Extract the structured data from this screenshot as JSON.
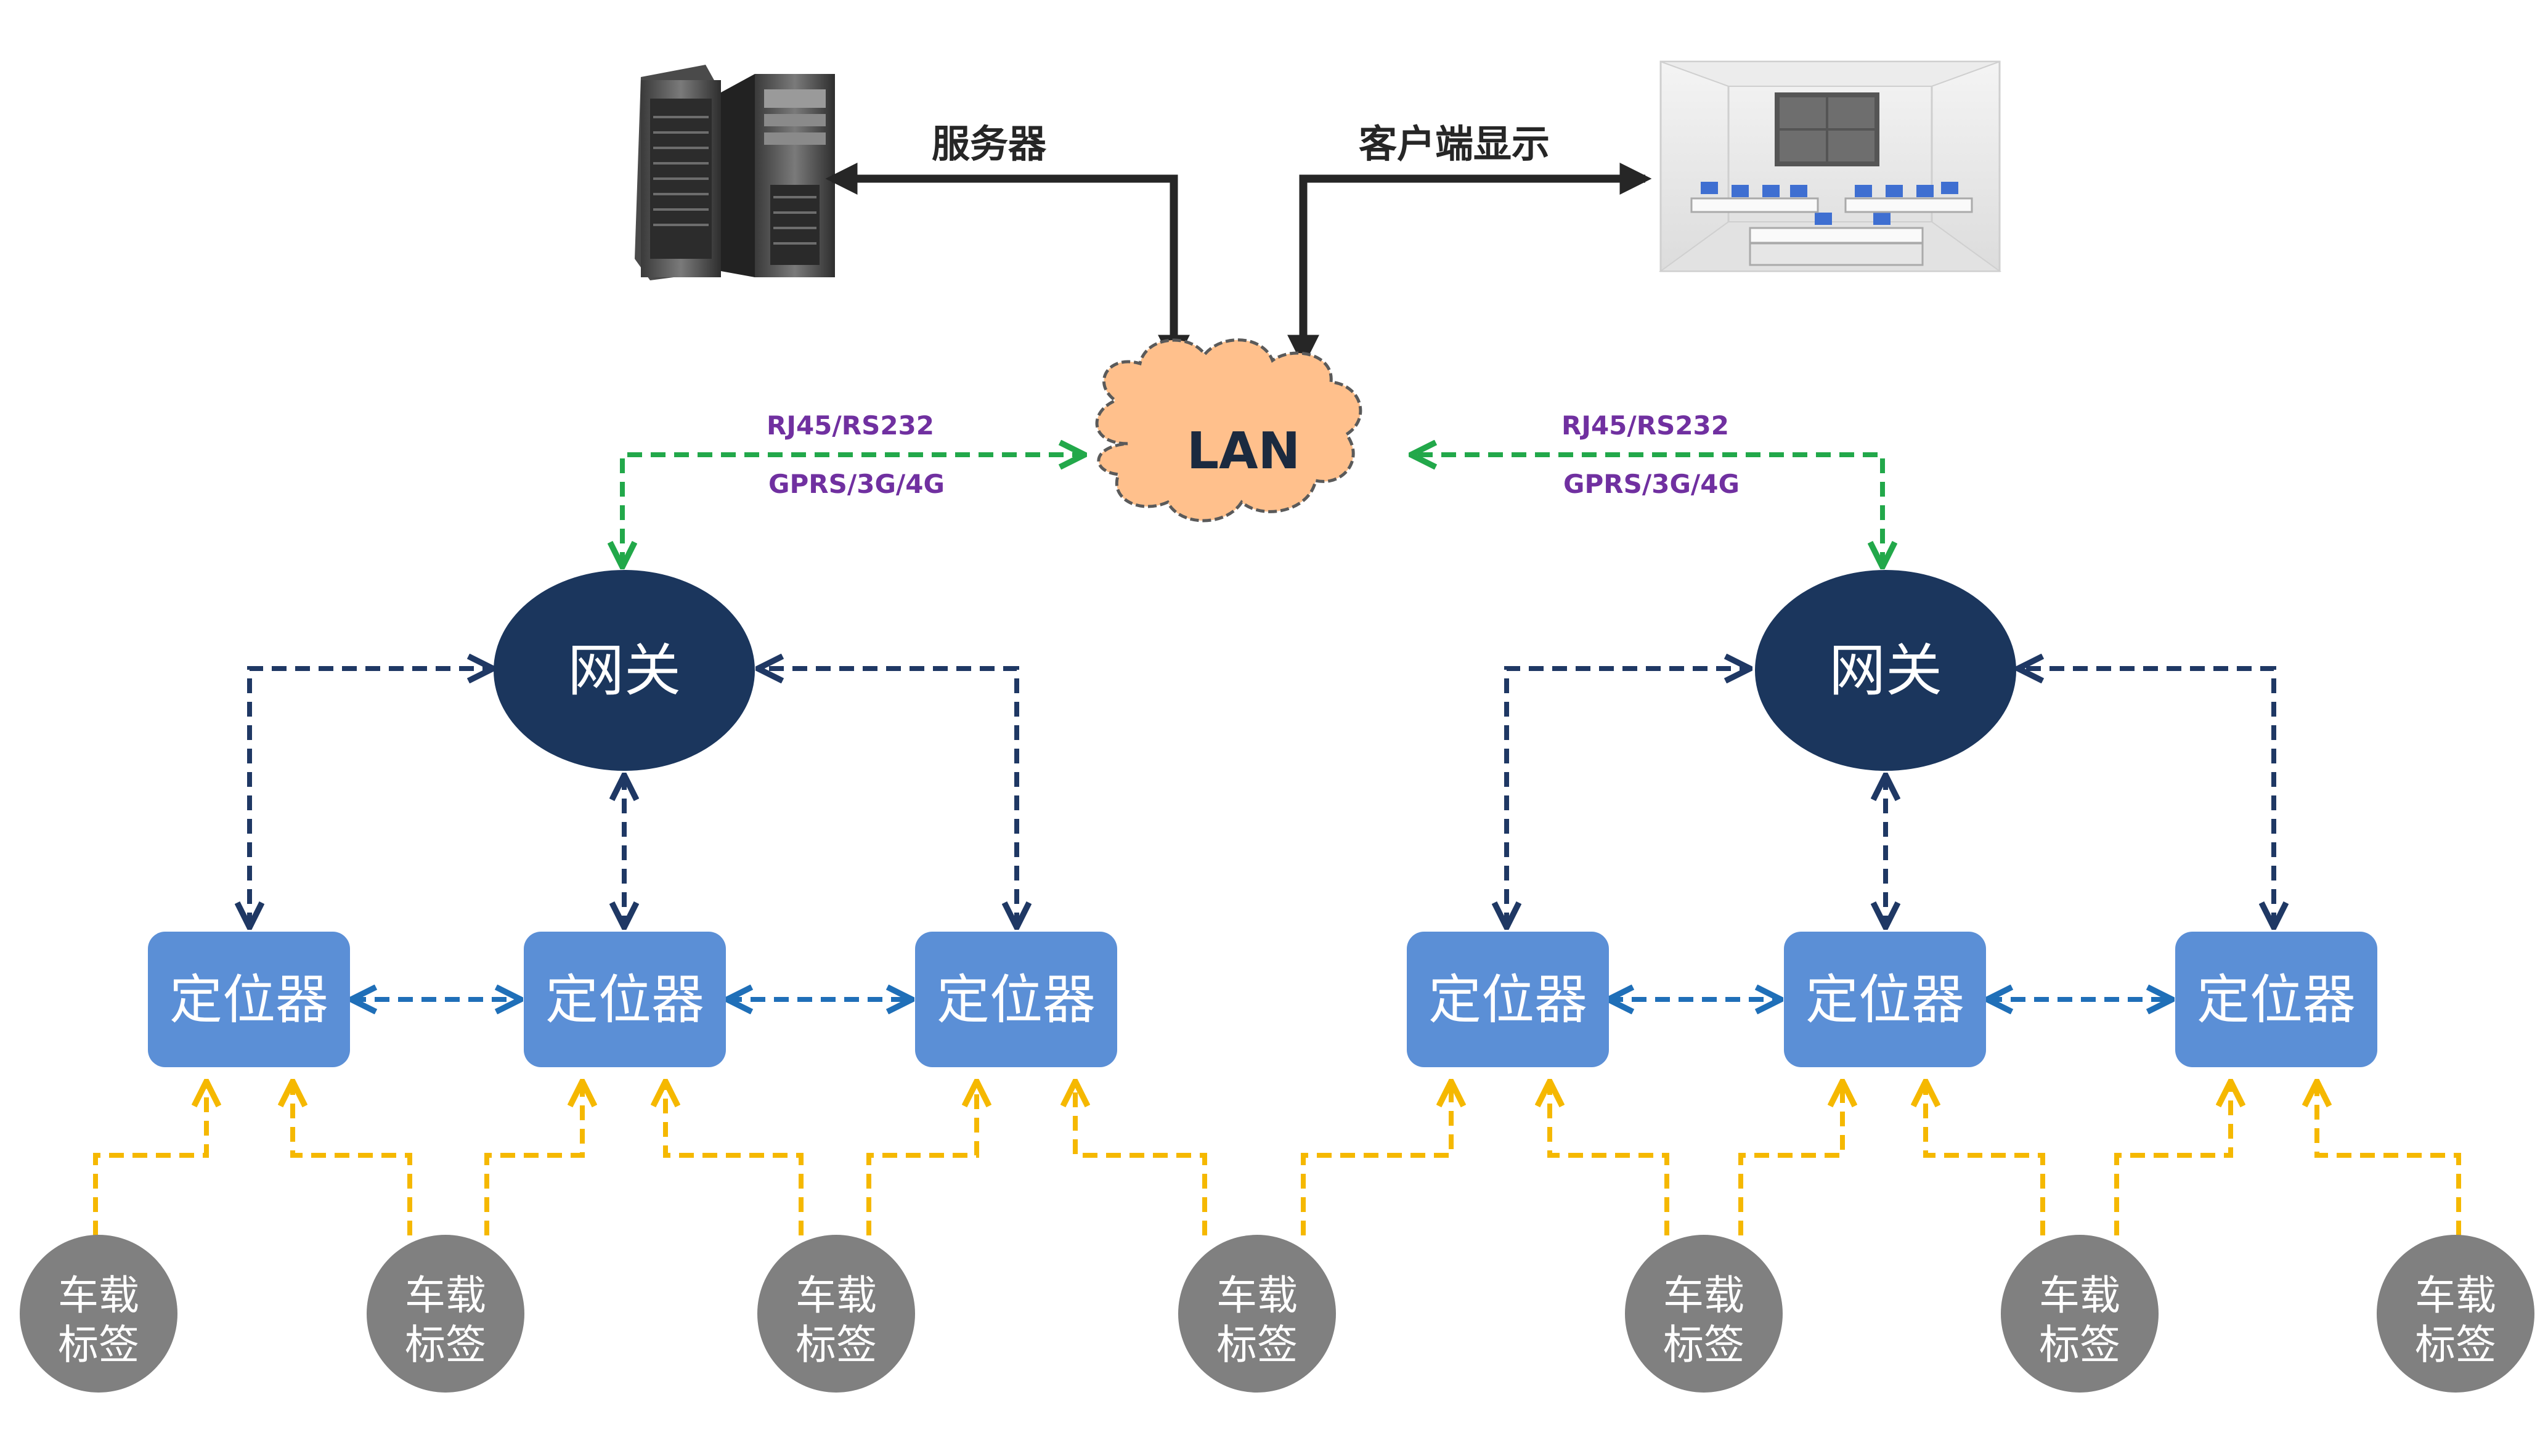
{
  "top": {
    "server_label": "服务器",
    "client_label": "客户端显示"
  },
  "lan": {
    "label": "LAN",
    "link_left": [
      "RJ45/RS232",
      "GPRS/3G/4G"
    ],
    "link_right": [
      "RJ45/RS232",
      "GPRS/3G/4G"
    ]
  },
  "gateways": [
    {
      "label": "网关"
    },
    {
      "label": "网关"
    }
  ],
  "locators": [
    {
      "label": "定位器"
    },
    {
      "label": "定位器"
    },
    {
      "label": "定位器"
    },
    {
      "label": "定位器"
    },
    {
      "label": "定位器"
    },
    {
      "label": "定位器"
    }
  ],
  "tags": [
    {
      "line1": "车载",
      "line2": "标签"
    },
    {
      "line1": "车载",
      "line2": "标签"
    },
    {
      "line1": "车载",
      "line2": "标签"
    },
    {
      "line1": "车载",
      "line2": "标签"
    },
    {
      "line1": "车载",
      "line2": "标签"
    },
    {
      "line1": "车载",
      "line2": "标签"
    },
    {
      "line1": "车载",
      "line2": "标签"
    }
  ],
  "colors": {
    "dark_arrow": "#262626",
    "lan_link": "#22a84a",
    "link_text": "#7030a0",
    "gateway_fill": "#1b365d",
    "gateway_link": "#1f3864",
    "locator_fill": "#5b8fd6",
    "locator_link": "#1f6fb8",
    "tag_link": "#f5b800",
    "tag_fill": "#808080",
    "cloud_fill": "#ffc08c",
    "cloud_stroke": "#5a5a5a"
  },
  "icons": {
    "server": "server-tower-icon",
    "client": "control-room-icon",
    "cloud": "cloud-icon"
  }
}
